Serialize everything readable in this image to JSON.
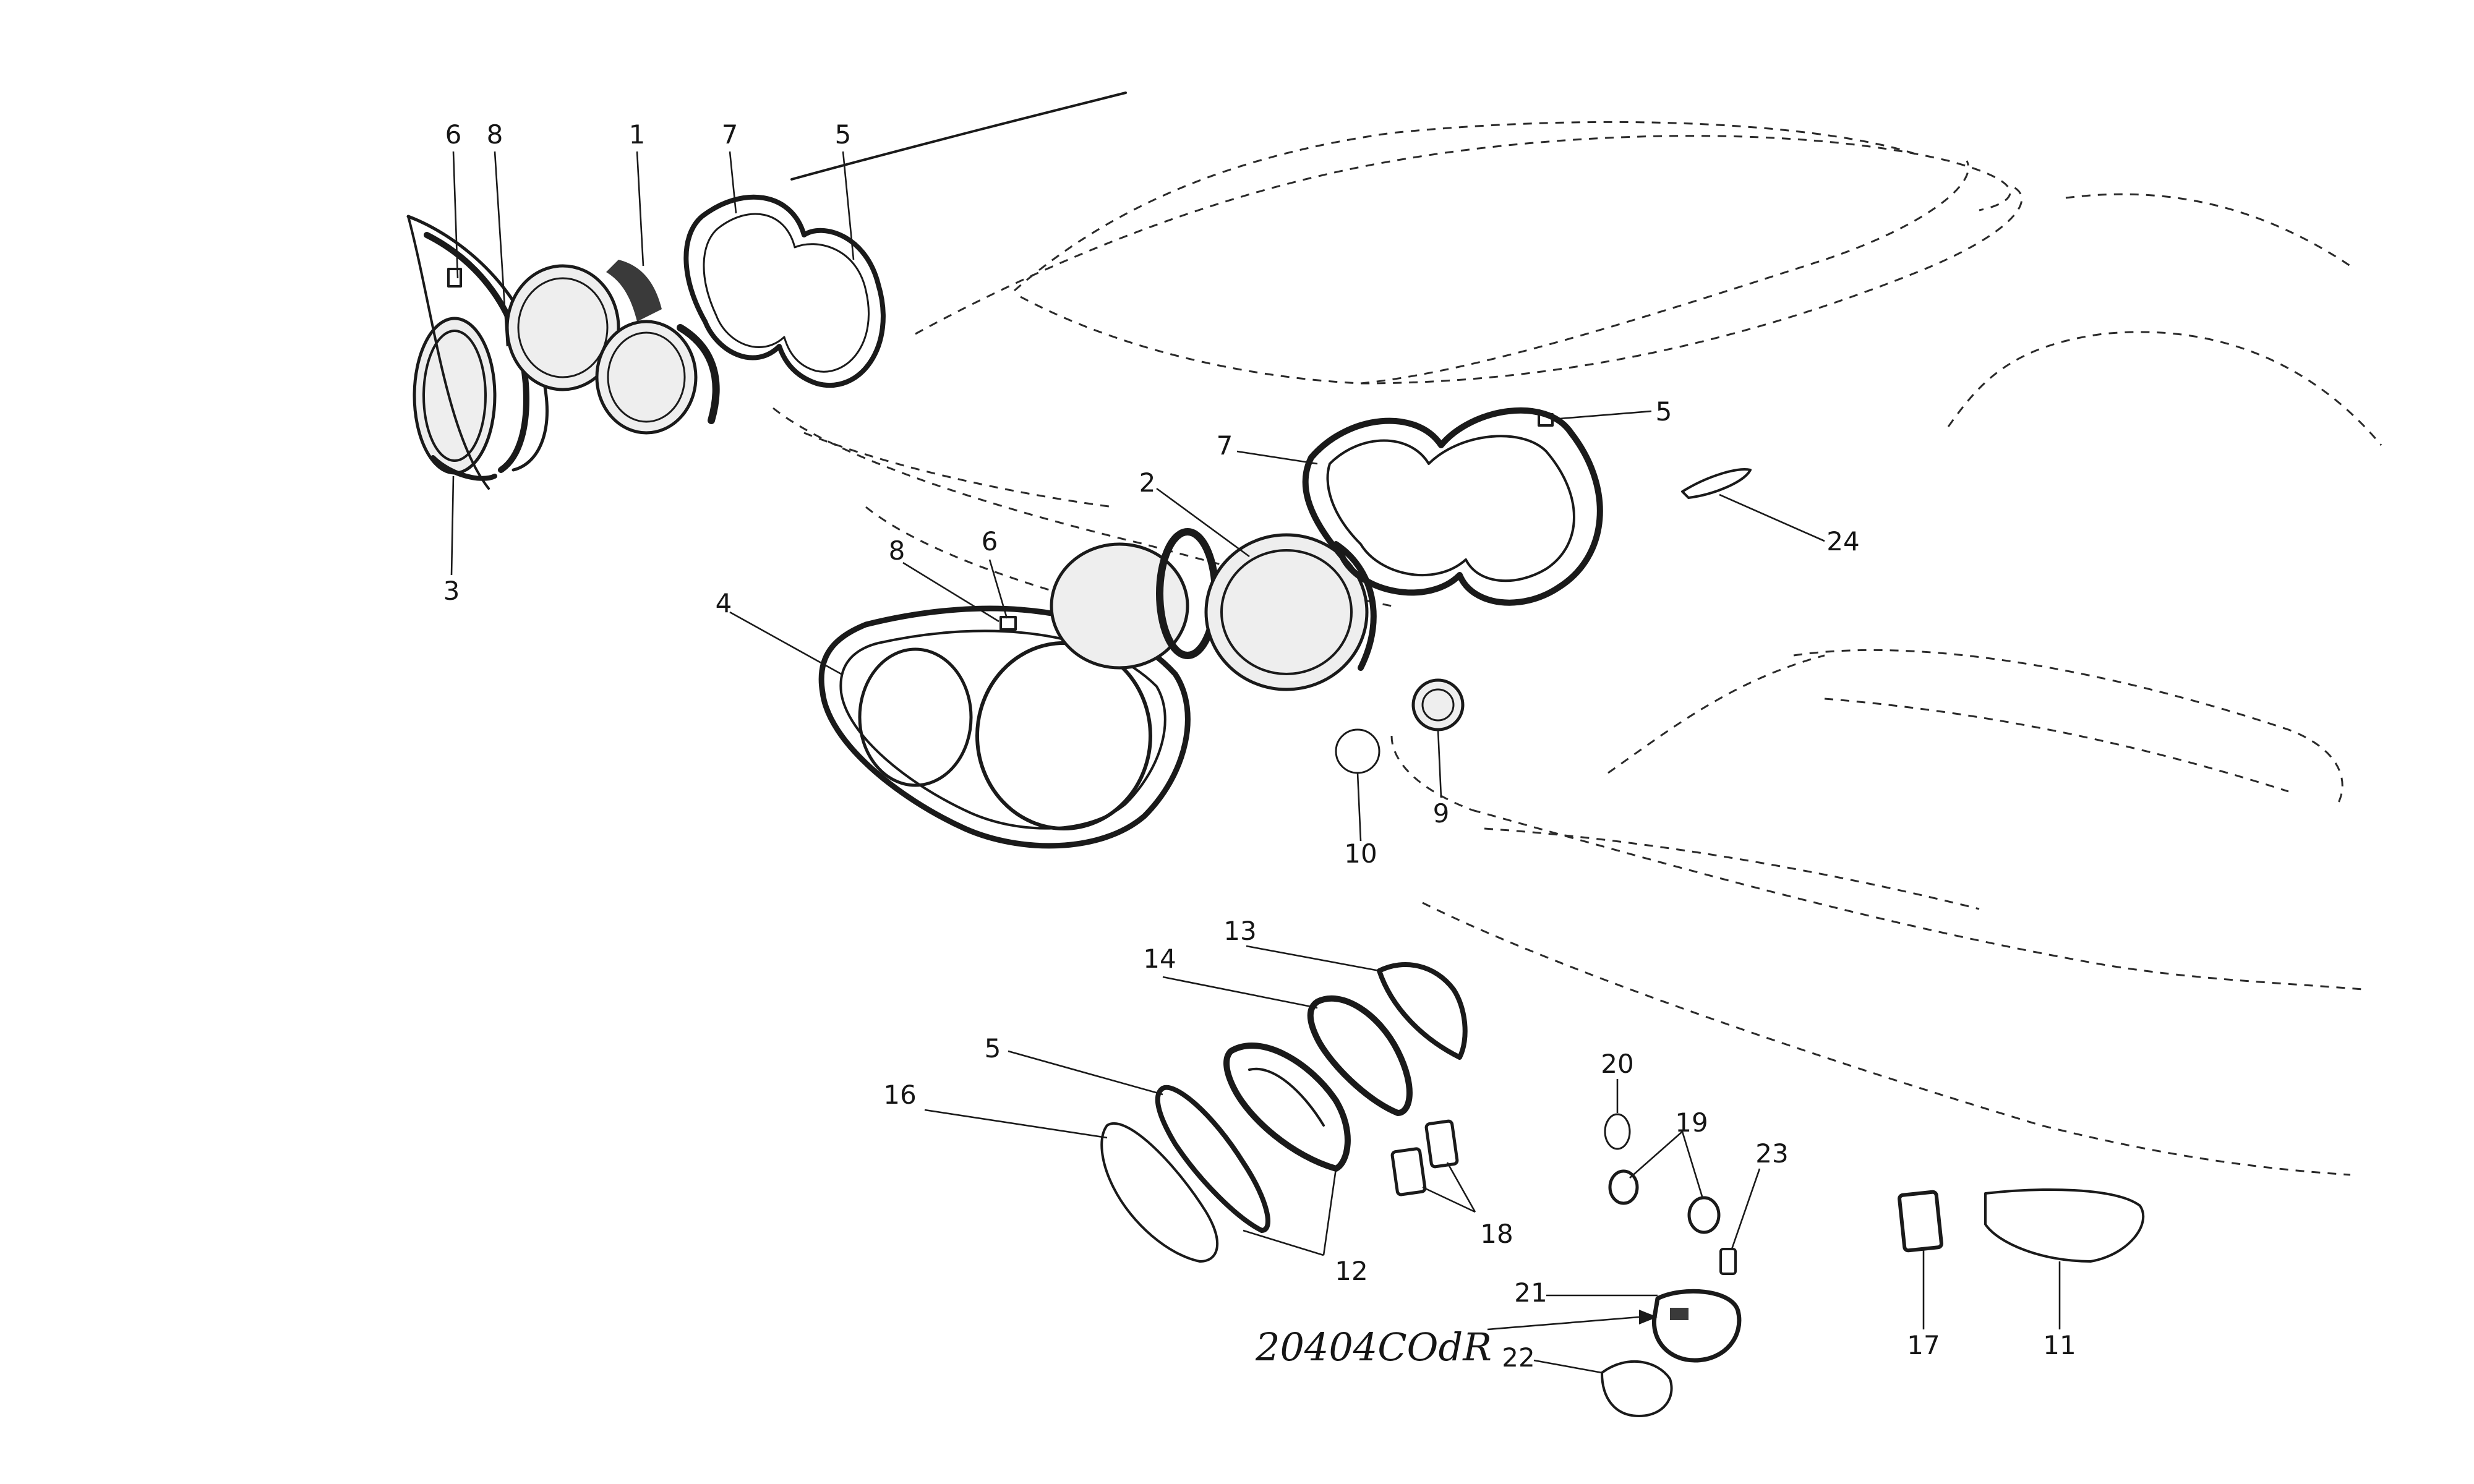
{
  "callouts": {
    "c1": "1",
    "c2": "2",
    "c3": "3",
    "c4": "4",
    "c5a": "5",
    "c5b": "5",
    "c5c": "5",
    "c6a": "6",
    "c6b": "6",
    "c7a": "7",
    "c7b": "7",
    "c8a": "8",
    "c8b": "8",
    "c9": "9",
    "c10": "10",
    "c11": "11",
    "c12": "12",
    "c13": "13",
    "c14": "14",
    "c16": "16",
    "c17": "17",
    "c18": "18",
    "c19": "19",
    "c20": "20",
    "c21": "21",
    "c22": "22",
    "c23": "23",
    "c24": "24"
  },
  "handwritten_note": "20404COdR"
}
